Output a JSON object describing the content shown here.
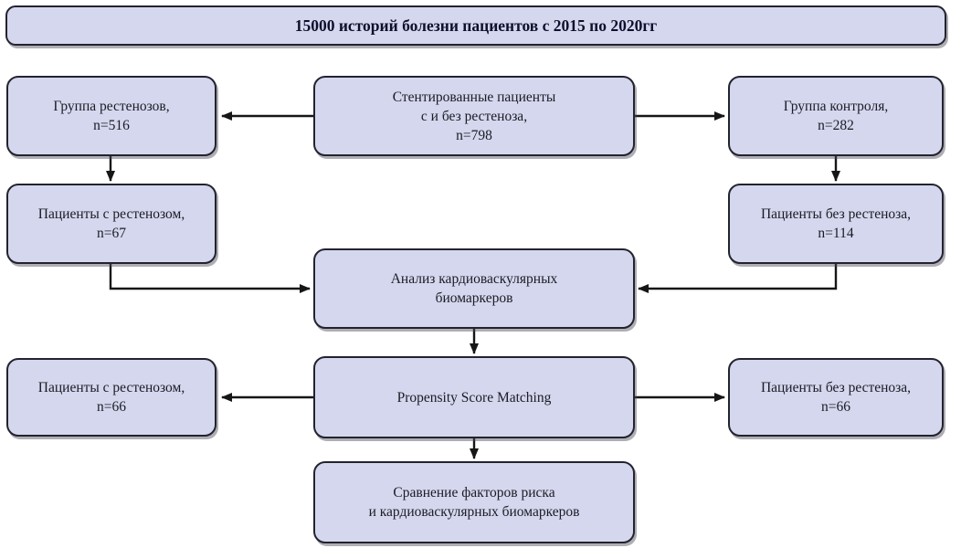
{
  "diagram": {
    "title_note": "Patient selection flowchart",
    "banner": {
      "text": "15000 историй болезни пациентов с 2015 по 2020гг"
    },
    "nodes": {
      "restenosis_group": {
        "lines": [
          "Группа рестенозов,",
          "n=516"
        ]
      },
      "stented_patients": {
        "lines": [
          "Стентированные пациенты",
          "с и без рестеноза,",
          "n=798"
        ]
      },
      "control_group": {
        "lines": [
          "Группа контроля,",
          "n=282"
        ]
      },
      "with_restenosis_67": {
        "lines": [
          "Пациенты с рестенозом,",
          "n=67"
        ]
      },
      "without_restenosis_114": {
        "lines": [
          "Пациенты без рестеноза,",
          "n=114"
        ]
      },
      "biomarker_analysis": {
        "lines": [
          "Анализ кардиоваскулярных",
          "биомаркеров"
        ]
      },
      "with_restenosis_66": {
        "lines": [
          "Пациенты с рестенозом,",
          "n=66"
        ]
      },
      "psm": {
        "lines": [
          "Propensity Score Matching"
        ]
      },
      "without_restenosis_66": {
        "lines": [
          "Пациенты без рестеноза,",
          "n=66"
        ]
      },
      "comparison": {
        "lines": [
          "Сравнение факторов риска",
          "и кардиоваскулярных биомаркеров"
        ]
      }
    },
    "colors": {
      "node_fill": "#d5d7ee",
      "node_border": "#23232f",
      "arrow": "#161616",
      "text": "#1b1b24",
      "banner_text": "#0f0f2d",
      "background": "#ffffff"
    }
  }
}
